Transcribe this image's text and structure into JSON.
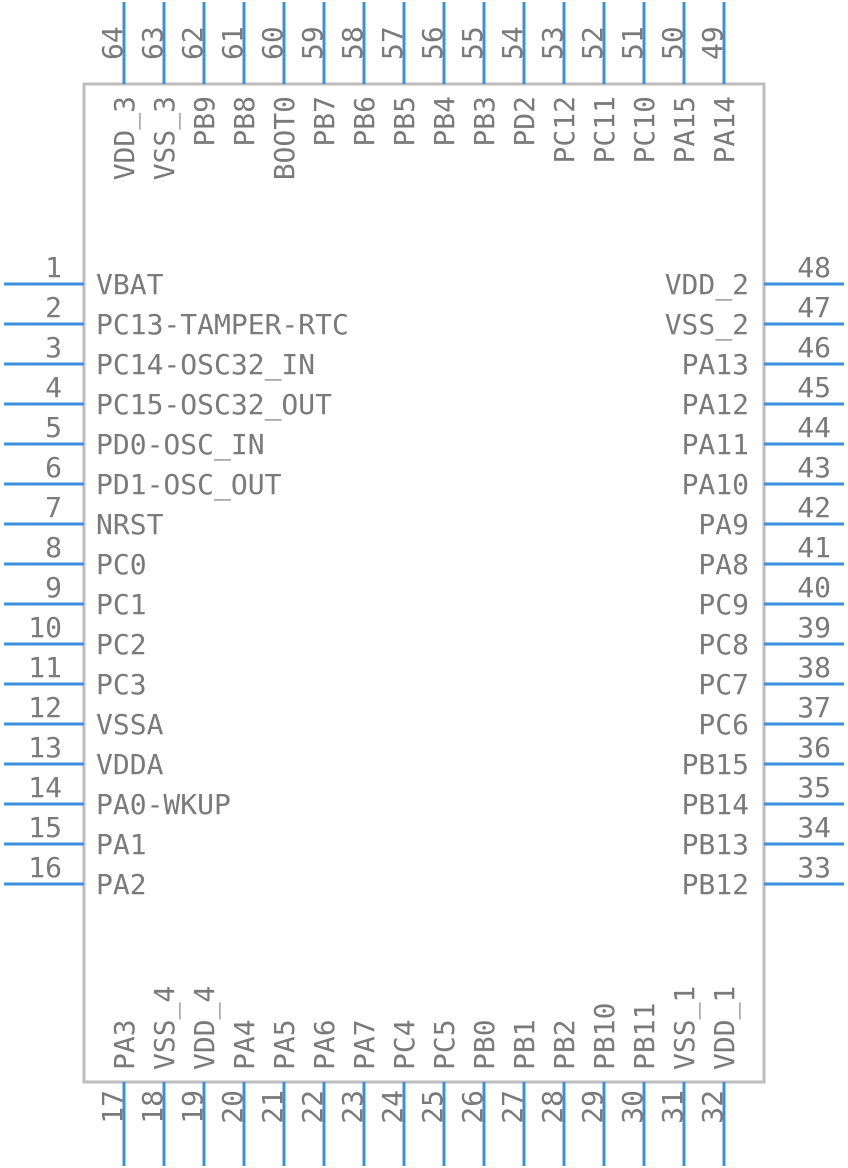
{
  "pins": {
    "left": [
      {
        "num": "1",
        "name": "VBAT"
      },
      {
        "num": "2",
        "name": "PC13-TAMPER-RTC"
      },
      {
        "num": "3",
        "name": "PC14-OSC32_IN"
      },
      {
        "num": "4",
        "name": "PC15-OSC32_OUT"
      },
      {
        "num": "5",
        "name": "PD0-OSC_IN"
      },
      {
        "num": "6",
        "name": "PD1-OSC_OUT"
      },
      {
        "num": "7",
        "name": "NRST"
      },
      {
        "num": "8",
        "name": "PC0"
      },
      {
        "num": "9",
        "name": "PC1"
      },
      {
        "num": "10",
        "name": "PC2"
      },
      {
        "num": "11",
        "name": "PC3"
      },
      {
        "num": "12",
        "name": "VSSA"
      },
      {
        "num": "13",
        "name": "VDDA"
      },
      {
        "num": "14",
        "name": "PA0-WKUP"
      },
      {
        "num": "15",
        "name": "PA1"
      },
      {
        "num": "16",
        "name": "PA2"
      }
    ],
    "bottom": [
      {
        "num": "17",
        "name": "PA3"
      },
      {
        "num": "18",
        "name": "VSS_4"
      },
      {
        "num": "19",
        "name": "VDD_4"
      },
      {
        "num": "20",
        "name": "PA4"
      },
      {
        "num": "21",
        "name": "PA5"
      },
      {
        "num": "22",
        "name": "PA6"
      },
      {
        "num": "23",
        "name": "PA7"
      },
      {
        "num": "24",
        "name": "PC4"
      },
      {
        "num": "25",
        "name": "PC5"
      },
      {
        "num": "26",
        "name": "PB0"
      },
      {
        "num": "27",
        "name": "PB1"
      },
      {
        "num": "28",
        "name": "PB2"
      },
      {
        "num": "29",
        "name": "PB10"
      },
      {
        "num": "30",
        "name": "PB11"
      },
      {
        "num": "31",
        "name": "VSS_1"
      },
      {
        "num": "32",
        "name": "VDD_1"
      }
    ],
    "right": [
      {
        "num": "33",
        "name": "PB12"
      },
      {
        "num": "34",
        "name": "PB13"
      },
      {
        "num": "35",
        "name": "PB14"
      },
      {
        "num": "36",
        "name": "PB15"
      },
      {
        "num": "37",
        "name": "PC6"
      },
      {
        "num": "38",
        "name": "PC7"
      },
      {
        "num": "39",
        "name": "PC8"
      },
      {
        "num": "40",
        "name": "PC9"
      },
      {
        "num": "41",
        "name": "PA8"
      },
      {
        "num": "42",
        "name": "PA9"
      },
      {
        "num": "43",
        "name": "PA10"
      },
      {
        "num": "44",
        "name": "PA11"
      },
      {
        "num": "45",
        "name": "PA12"
      },
      {
        "num": "46",
        "name": "PA13"
      },
      {
        "num": "47",
        "name": "VSS_2"
      },
      {
        "num": "48",
        "name": "VDD_2"
      }
    ],
    "top": [
      {
        "num": "49",
        "name": "PA14"
      },
      {
        "num": "50",
        "name": "PA15"
      },
      {
        "num": "51",
        "name": "PC10"
      },
      {
        "num": "52",
        "name": "PC11"
      },
      {
        "num": "53",
        "name": "PC12"
      },
      {
        "num": "54",
        "name": "PD2"
      },
      {
        "num": "55",
        "name": "PB3"
      },
      {
        "num": "56",
        "name": "PB4"
      },
      {
        "num": "57",
        "name": "PB5"
      },
      {
        "num": "58",
        "name": "PB6"
      },
      {
        "num": "59",
        "name": "PB7"
      },
      {
        "num": "60",
        "name": "BOOT0"
      },
      {
        "num": "61",
        "name": "PB8"
      },
      {
        "num": "62",
        "name": "PB9"
      },
      {
        "num": "63",
        "name": "VSS_3"
      },
      {
        "num": "64",
        "name": "VDD_3"
      }
    ]
  },
  "colors": {
    "pin_line": "#3a8fdf",
    "body_outline": "#bdbdbd",
    "text": "#7a7a7a"
  }
}
